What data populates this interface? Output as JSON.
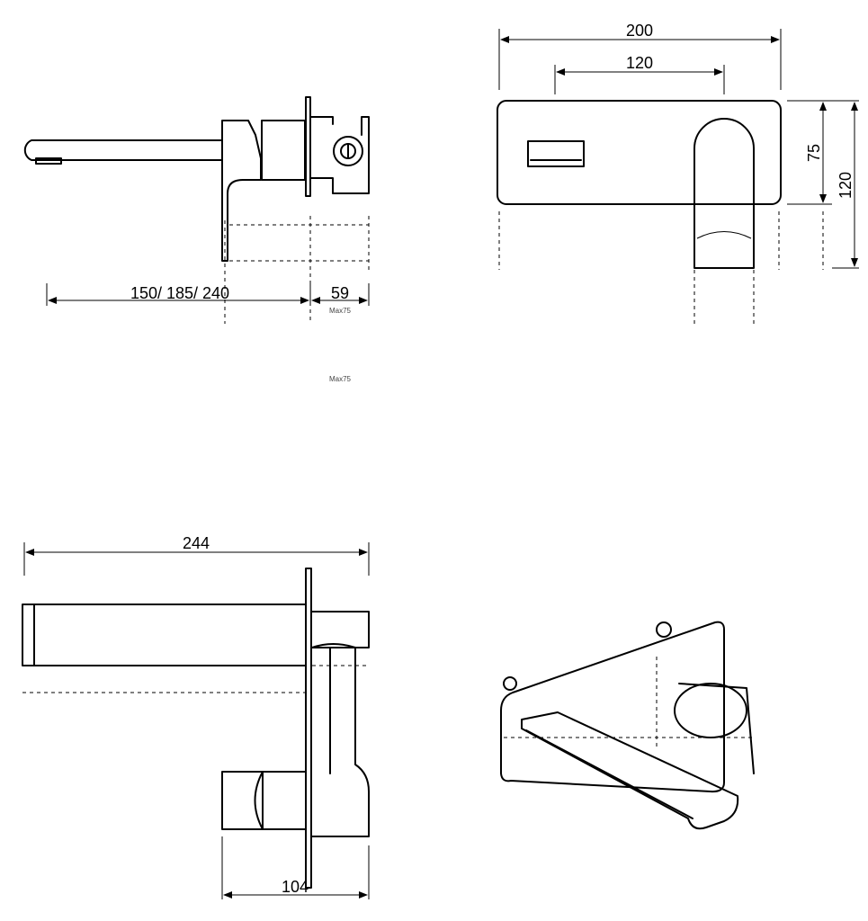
{
  "side_view": {
    "spout_length_label": "150/ 185/ 240",
    "body_depth_label": "59",
    "max_note_1": "Max75",
    "max_note_2": "Max75"
  },
  "front_view": {
    "plate_width_label": "200",
    "centers_label": "120",
    "height_label": "75",
    "total_height_label": "120"
  },
  "top_view": {
    "total_length_label": "244",
    "body_depth_label": "104"
  },
  "isometric_view": {}
}
